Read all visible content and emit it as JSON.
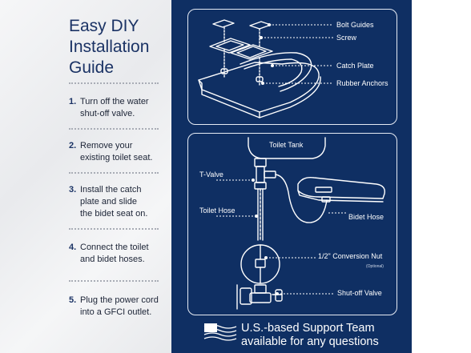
{
  "guide": {
    "title_line1": "Easy DIY",
    "title_line2": "Installation",
    "title_line3": "Guide",
    "steps": [
      {
        "num": "1.",
        "line1": "Turn off the water",
        "line2": "shut-off valve."
      },
      {
        "num": "2.",
        "line1": "Remove your",
        "line2": "existing toilet seat."
      },
      {
        "num": "3.",
        "line1": "Install the catch",
        "line2": "plate and slide",
        "line3": "the bidet seat on."
      },
      {
        "num": "4.",
        "line1": "Connect the toilet",
        "line2": "and bidet hoses."
      },
      {
        "num": "5.",
        "line1": "Plug the power cord",
        "line2": "into a GFCI outlet."
      }
    ]
  },
  "top_diagram": {
    "labels": {
      "bolt_guides": "Bolt Guides",
      "screw": "Screw",
      "catch_plate": "Catch Plate",
      "rubber_anchors": "Rubber Anchors"
    }
  },
  "bottom_diagram": {
    "labels": {
      "toilet_tank": "Toilet Tank",
      "t_valve": "T-Valve",
      "toilet_hose": "Toilet Hose",
      "bidet_hose": "Bidet Hose",
      "conversion_nut": "1/2\" Conversion Nut",
      "optional": "(Optional)",
      "shutoff_valve": "Shut-off Valve"
    }
  },
  "support": {
    "line1": "U.S.-based Support Team",
    "line2": "available for any questions"
  },
  "colors": {
    "navy": "#0f2f63",
    "title_blue": "#1b3365",
    "line_white": "#ffffff"
  }
}
